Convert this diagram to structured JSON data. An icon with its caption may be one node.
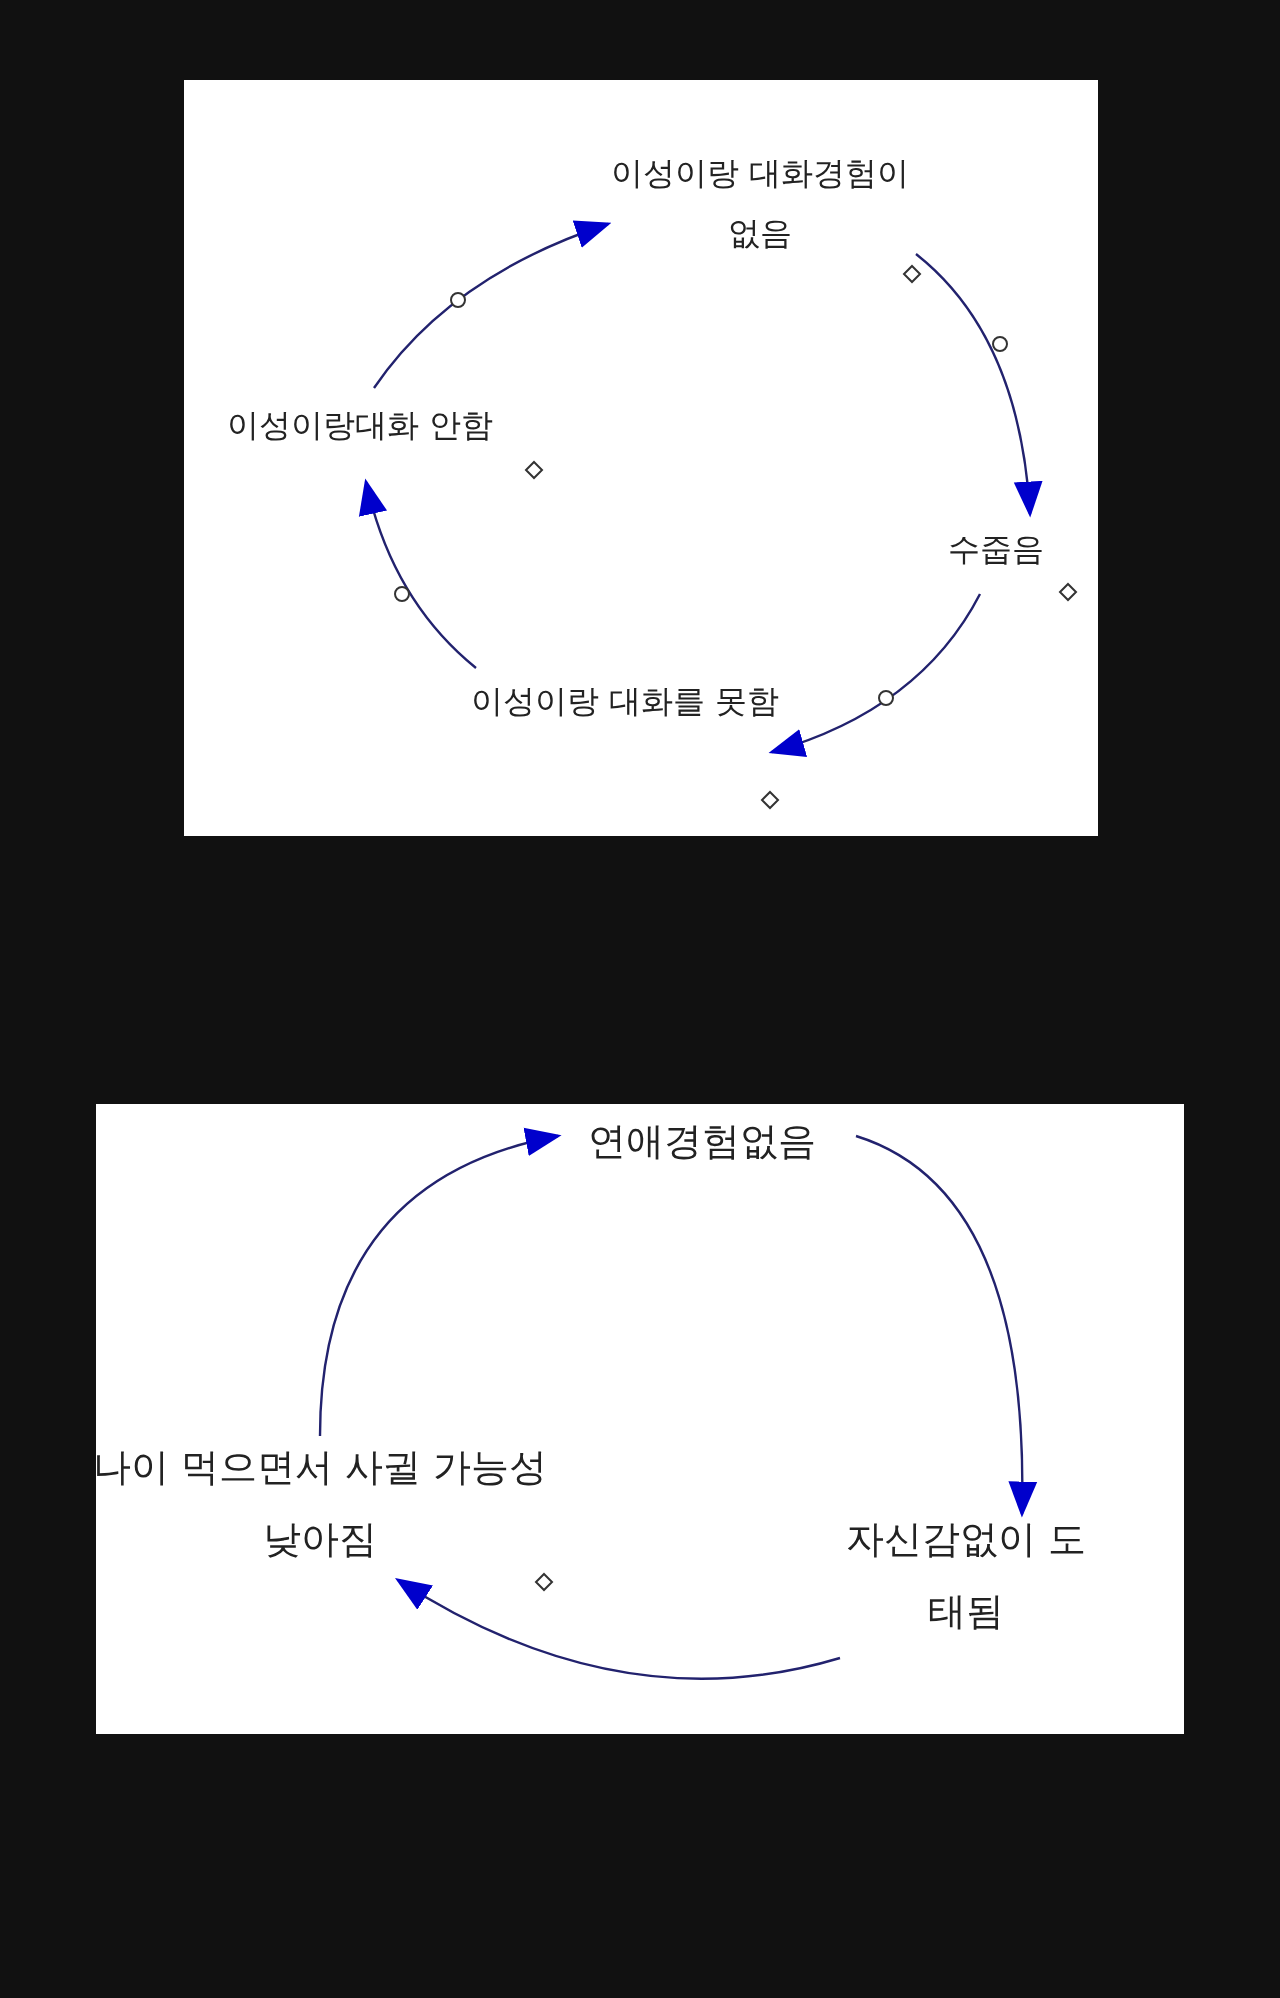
{
  "diagram": {
    "nodes": [
      {
        "text": [
          "이성이랑 대화경험이없음"
        ]
      },
      {
        "text": [
          "이성이랑대화 안함"
        ]
      },
      {
        "text": [
          "수줍음"
        ]
      },
      {
        "text": [
          "이성이랑 대화를 못함"
        ]
      },
      {
        "text": [
          "연애경험없음"
        ]
      },
      {
        "text": [
          "나이 먹으면서 사귈 가능성 낮아짐"
        ]
      },
      {
        "text": [
          "자신감없이 도태됨"
        ]
      }
    ],
    "edges": [
      {
        "from": 0,
        "to": 2,
        "arrow": "to"
      },
      {
        "from": 2,
        "to": 3,
        "arrow": "to"
      },
      {
        "from": 3,
        "to": 1,
        "arrow": "to"
      },
      {
        "from": 1,
        "to": 0,
        "arrow": "to"
      },
      {
        "from": 4,
        "to": 6,
        "arrow": "to"
      },
      {
        "from": 6,
        "to": 5,
        "arrow": "to"
      },
      {
        "from": 5,
        "to": 4,
        "arrow": "to"
      }
    ]
  }
}
